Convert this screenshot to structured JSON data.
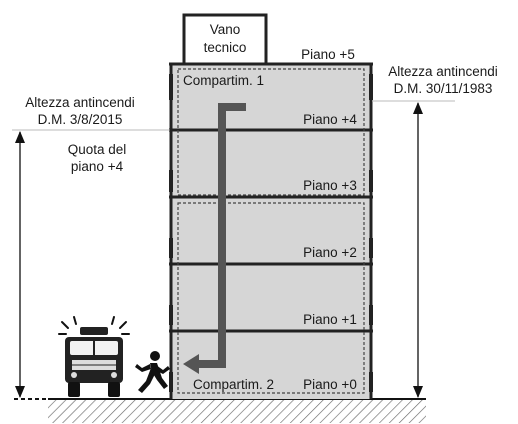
{
  "vano_tecnico": {
    "line1": "Vano",
    "line2": "tecnico"
  },
  "floors": {
    "p5": "Piano +5",
    "p4": "Piano +4",
    "p3": "Piano +3",
    "p2": "Piano +2",
    "p1": "Piano +1",
    "p0": "Piano +0"
  },
  "compartments": {
    "c1": "Compartim. 1",
    "c2": "Compartim. 2"
  },
  "altezza_2015": {
    "line1": "Altezza antincendi",
    "line2": "D.M. 3/8/2015"
  },
  "altezza_1983": {
    "line1": "Altezza antincendi",
    "line2": "D.M. 30/11/1983"
  },
  "quota": {
    "line1": "Quota del",
    "line2": "piano +4"
  },
  "colors": {
    "building_fill": "#d6d6d6",
    "wall": "#222222",
    "arrow": "#555555",
    "leader_line": "#bbbbbb"
  },
  "icons": {
    "fire_truck": "fire-truck-icon",
    "runner": "running-person-icon",
    "ground": "ground-hatch"
  }
}
